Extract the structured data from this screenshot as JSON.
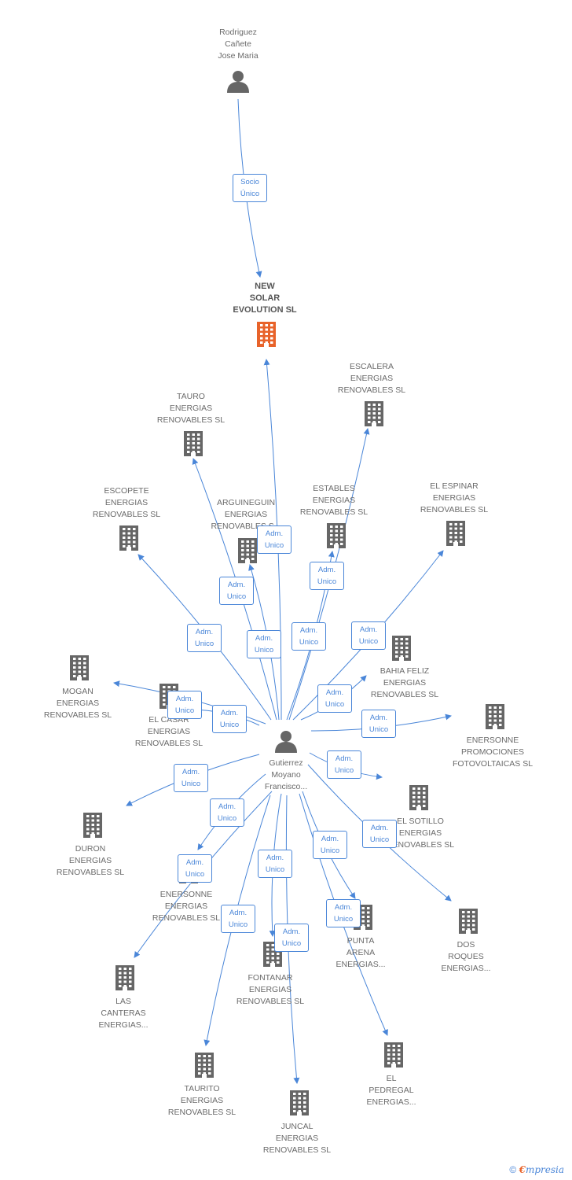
{
  "colors": {
    "edge": "#4a86d8",
    "company": "#666666",
    "person": "#666666",
    "main_company": "#e8632a"
  },
  "nodes": [
    {
      "id": "rodriguez",
      "label": "Rodriguez\nCañete\nJose Maria",
      "kind": "person",
      "icon": "person-icon"
    },
    {
      "id": "new_solar",
      "label": "NEW\nSOLAR\nEVOLUTION SL",
      "kind": "main",
      "icon": "building-icon"
    },
    {
      "id": "gutierrez",
      "label": "Gutierrez\nMoyano\nFrancisco...",
      "kind": "person",
      "icon": "person-icon"
    },
    {
      "id": "escalera",
      "label": "ESCALERA\nENERGIAS\nRENOVABLES SL",
      "kind": "company",
      "icon": "building-icon"
    },
    {
      "id": "tauro",
      "label": "TAURO\nENERGIAS\nRENOVABLES SL",
      "kind": "company",
      "icon": "building-icon"
    },
    {
      "id": "escopete",
      "label": "ESCOPETE\nENERGIAS\nRENOVABLES SL",
      "kind": "company",
      "icon": "building-icon"
    },
    {
      "id": "arguineguin",
      "label": "ARGUINEGUIN\nENERGIAS\nRENOVABLES S...",
      "kind": "company",
      "icon": "building-icon"
    },
    {
      "id": "estables",
      "label": "ESTABLES\nENERGIAS\nRENOVABLES SL",
      "kind": "company",
      "icon": "building-icon"
    },
    {
      "id": "espinar",
      "label": "EL ESPINAR\nENERGIAS\nRENOVABLES SL",
      "kind": "company",
      "icon": "building-icon"
    },
    {
      "id": "bahia",
      "label": "BAHIA FELIZ\nENERGIAS\nRENOVABLES SL",
      "kind": "company",
      "icon": "building-icon"
    },
    {
      "id": "mogan",
      "label": "MOGAN\nENERGIAS\nRENOVABLES SL",
      "kind": "company",
      "icon": "building-icon"
    },
    {
      "id": "casar",
      "label": "EL CASAR\nENERGIAS\nRENOVABLES SL",
      "kind": "company",
      "icon": "building-icon"
    },
    {
      "id": "enersonne_prom",
      "label": "ENERSONNE\nPROMOCIONES\nFOTOVOLTAICAS SL",
      "kind": "company",
      "icon": "building-icon"
    },
    {
      "id": "sotillo",
      "label": "EL SOTILLO\nENERGIAS\nRENOVABLES SL",
      "kind": "company",
      "icon": "building-icon"
    },
    {
      "id": "duron",
      "label": "DURON\nENERGIAS\nRENOVABLES SL",
      "kind": "company",
      "icon": "building-icon"
    },
    {
      "id": "enersonne_ener",
      "label": "ENERSONNE\nENERGIAS\nRENOVABLES SL",
      "kind": "company",
      "icon": "building-icon"
    },
    {
      "id": "dos_roques",
      "label": "DOS\nROQUES\nENERGIAS...",
      "kind": "company",
      "icon": "building-icon"
    },
    {
      "id": "punta_arena",
      "label": "PUNTA\nARENA\nENERGIAS...",
      "kind": "company",
      "icon": "building-icon"
    },
    {
      "id": "fontanar",
      "label": "FONTANAR\nENERGIAS\nRENOVABLES SL",
      "kind": "company",
      "icon": "building-icon"
    },
    {
      "id": "canteras",
      "label": "LAS\nCANTERAS\nENERGIAS...",
      "kind": "company",
      "icon": "building-icon"
    },
    {
      "id": "pedregal",
      "label": "EL\nPEDREGAL\nENERGIAS...",
      "kind": "company",
      "icon": "building-icon"
    },
    {
      "id": "taurito",
      "label": "TAURITO\nENERGIAS\nRENOVABLES SL",
      "kind": "company",
      "icon": "building-icon"
    },
    {
      "id": "juncal",
      "label": "JUNCAL\nENERGIAS\nRENOVABLES SL",
      "kind": "company",
      "icon": "building-icon"
    }
  ],
  "edges": [
    {
      "from": "rodriguez",
      "to": "new_solar",
      "label": "Socio\nÚnico"
    },
    {
      "from": "gutierrez",
      "to": "new_solar",
      "label": "Adm.\nUnico"
    },
    {
      "from": "gutierrez",
      "to": "escalera",
      "label": "Adm.\nUnico"
    },
    {
      "from": "gutierrez",
      "to": "tauro",
      "label": "Adm.\nUnico"
    },
    {
      "from": "gutierrez",
      "to": "escopete",
      "label": "Adm.\nUnico"
    },
    {
      "from": "gutierrez",
      "to": "arguineguin",
      "label": "Adm.\nUnico"
    },
    {
      "from": "gutierrez",
      "to": "estables",
      "label": "Adm.\nUnico"
    },
    {
      "from": "gutierrez",
      "to": "espinar",
      "label": "Adm.\nUnico"
    },
    {
      "from": "gutierrez",
      "to": "bahia",
      "label": "Adm.\nUnico"
    },
    {
      "from": "gutierrez",
      "to": "mogan",
      "label": "Adm.\nUnico"
    },
    {
      "from": "gutierrez",
      "to": "casar",
      "label": "Adm.\nUnico"
    },
    {
      "from": "gutierrez",
      "to": "enersonne_prom",
      "label": "Adm.\nUnico"
    },
    {
      "from": "gutierrez",
      "to": "sotillo",
      "label": "Adm.\nUnico"
    },
    {
      "from": "gutierrez",
      "to": "duron",
      "label": "Adm.\nUnico"
    },
    {
      "from": "gutierrez",
      "to": "enersonne_ener",
      "label": "Adm.\nUnico"
    },
    {
      "from": "gutierrez",
      "to": "dos_roques",
      "label": "Adm.\nUnico"
    },
    {
      "from": "gutierrez",
      "to": "punta_arena",
      "label": "Adm.\nUnico"
    },
    {
      "from": "gutierrez",
      "to": "fontanar",
      "label": "Adm.\nUnico"
    },
    {
      "from": "gutierrez",
      "to": "canteras",
      "label": "Adm.\nUnico"
    },
    {
      "from": "gutierrez",
      "to": "pedregal",
      "label": "Adm.\nUnico"
    },
    {
      "from": "gutierrez",
      "to": "taurito",
      "label": "Adm.\nUnico"
    },
    {
      "from": "gutierrez",
      "to": "juncal",
      "label": "Adm.\nUnico"
    }
  ],
  "footer": {
    "copyright": "©",
    "brand_initial": "€",
    "brand_rest": "mpresia"
  }
}
